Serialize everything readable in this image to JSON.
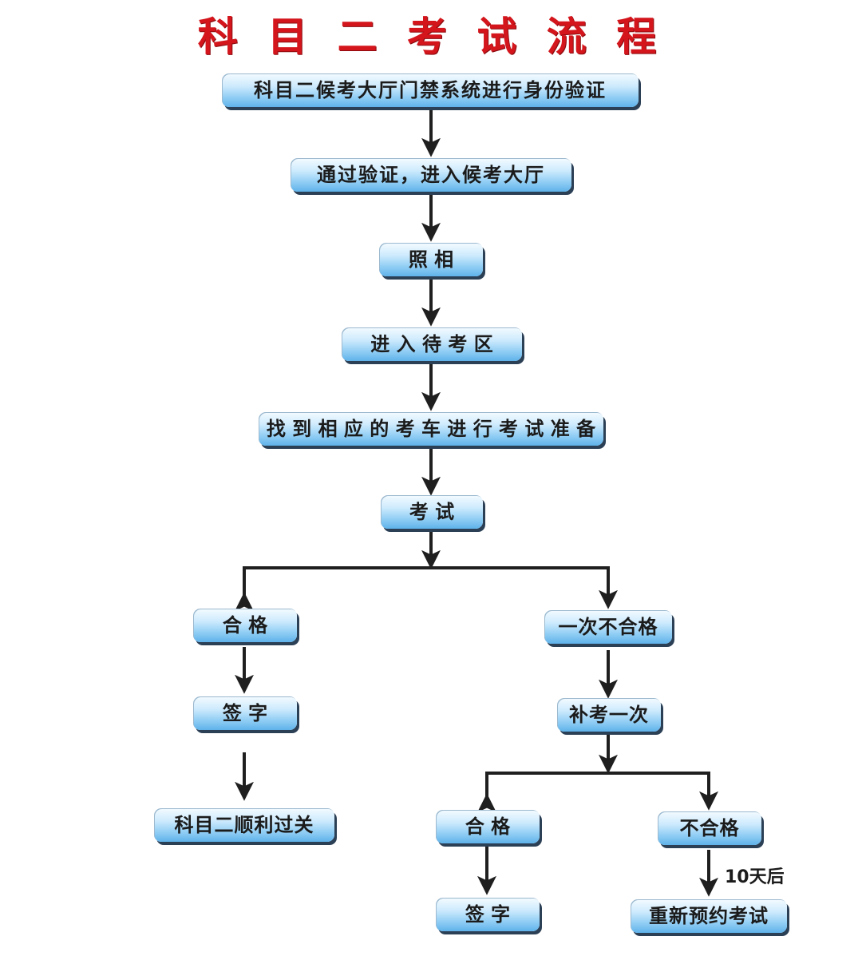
{
  "title": "科 目 二 考 试 流 程",
  "nodes": {
    "verify": "科目二候考大厅门禁系统进行身份验证",
    "enter_hall": "通过验证，进入候考大厅",
    "photo": "照 相",
    "waiting_area": "进 入 待 考 区",
    "prepare": "找 到 相 应 的 考 车 进 行 考 试 准 备",
    "exam": "考 试",
    "pass": "合 格",
    "sign": "签 字",
    "pass_done": "科目二顺利过关",
    "fail_once": "一次不合格",
    "retake": "补考一次",
    "retake_pass": "合 格",
    "retake_sign": "签 字",
    "retake_fail": "不合格",
    "rebook": "重新预约考试"
  },
  "edge_labels": {
    "ten_days": "10天后"
  },
  "colors": {
    "title": "#d4151c",
    "arrow": "#1f1f1f"
  }
}
